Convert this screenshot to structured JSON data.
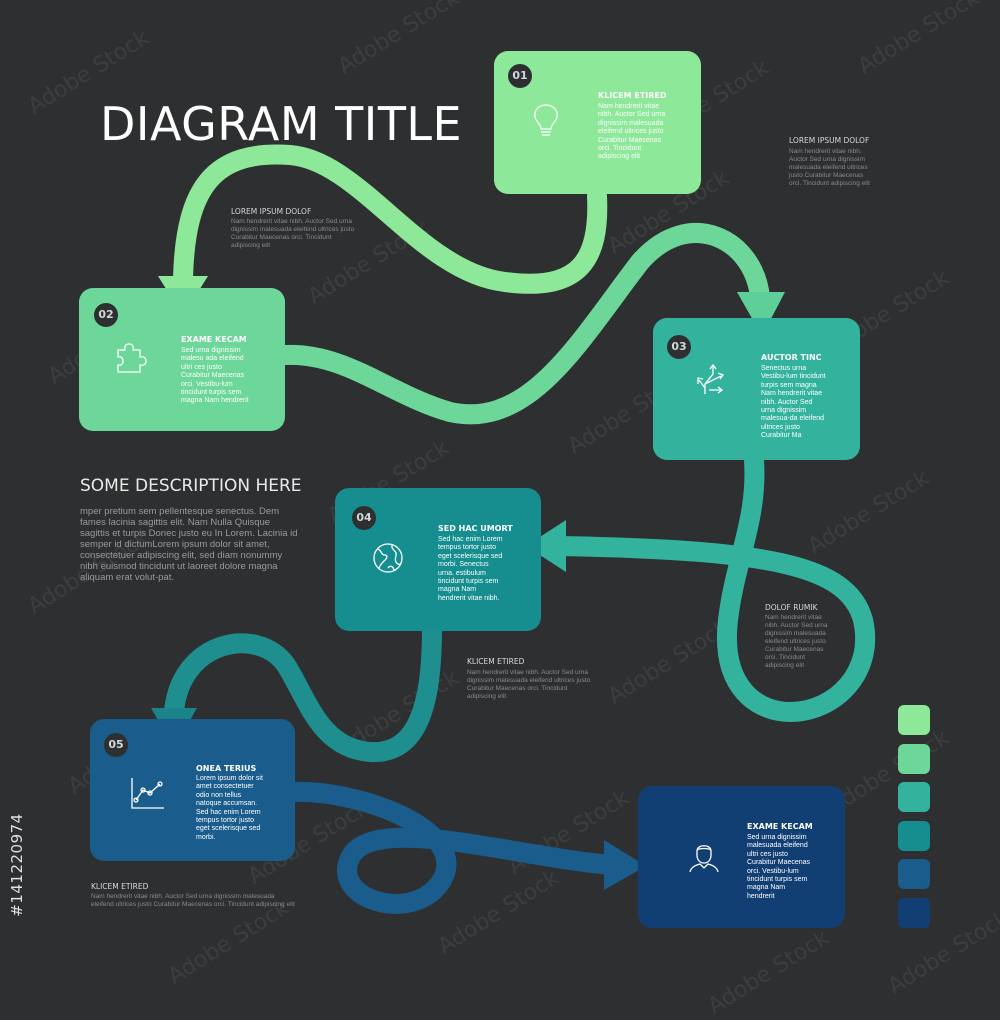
{
  "title": "DIAGRAM TITLE",
  "description": {
    "heading": "SOME DESCRIPTION HERE",
    "body": "mper pretium sem pellentesque senectus. Dem fames lacinia sagittis elit. Nam Nulla Quisque sagittis et turpis Donec justo eu In Lorem. Lacinia id semper id dictumLorem ipsum dolor sit amet, consectetuer adipiscing elit, sed diam nonummy nibh euismod tincidunt ut laoreet dolore magna aliquam erat volut-pat."
  },
  "steps": [
    {
      "number": "01",
      "title": "KLICEM ETIRED",
      "text": "Nam hendrerit vitae nibh. Auctor Sed urna dignissim malesuada eleifend ultrices justo Curabitur Maecenas orci. Tincidunt adipiscing elit",
      "icon": "lightbulb-icon",
      "color": "#8de89a"
    },
    {
      "number": "02",
      "title": "EXAME KECAM",
      "text": "Sed urna dignissim malesu ada eleifend ultri ces justo Curabitur Maecenas orci. Vestibu-lum tincidunt turpis sem magna Nam hendrerit",
      "icon": "puzzle-icon",
      "color": "#6dd699"
    },
    {
      "number": "03",
      "title": "AUCTOR TINC",
      "text": "Senectus urna Vestibu-lum tincidunt turpis sem magna Nam hendrerit vitae nibh. Auctor Sed urna dignissim malesua-da eleifend ultrices justo Curabitur Ma",
      "icon": "arrows-split-icon",
      "color": "#33b39e"
    },
    {
      "number": "04",
      "title": "SED HAC UMORT",
      "text": "Sed hac enim Lorem tempus tortor justo eget scelerisque sed morbi. Senectus urna. estibulum tincidunt turpis sem magna Nam hendrerit vitae nibh.",
      "icon": "globe-icon",
      "color": "#168d8e"
    },
    {
      "number": "05",
      "title": "ONEA TERIUS",
      "text": "Lorem ipsum dolor sit amet consectetuer odio non tellus natoque accumsan. Sed hac enim Lorem tempus tortor justo eget scelerisque sed morbi.",
      "icon": "line-chart-icon",
      "color": "#1a5d8c"
    },
    {
      "number": "",
      "title": "EXAME KECAM",
      "text": "Sed urna dignissim malesuada eleifend ultri ces justo Curabitur Maecenas orci. Vestibu-lum tincidunt turpis sem magna Nam hendrerit",
      "icon": "user-icon",
      "color": "#123f73"
    }
  ],
  "notes": [
    {
      "title": "LOREM IPSUM DOLOF",
      "text": "Nam hendrerit vitae nibh. Auctor Sed urna dignissim malesuada eleifend ultrices justo Curabitur Maecenas orci. Tincidunt adipiscing elit"
    },
    {
      "title": "LOREM IPSUM DOLOF",
      "text": "Nam hendrerit vitae nibh. Auctor Sed urna dignissim malesuada eleifend ultrices justo Curabitur Maecenas orci. Tincidunt adipiscing elit"
    },
    {
      "title": "DOLOF RUMIK",
      "text": "Nam hendrerit vitae nibh. Auctor Sed urna dignissim malesuada eleifend ultrices justo Curabitur Maecenas orci. Tincidunt adipiscing elit"
    },
    {
      "title": "KLICEM ETIRED",
      "text": "Nam hendrerit vitae nibh. Auctor Sed urna dignissim malesuada eleifend ultrices justo Curabitur Maecenas orci. Tincidunt adipiscing elit"
    },
    {
      "title": "KLICEM ETIRED",
      "text": "Nam hendrerit vitae nibh. Auctor Sed urna dignissim malesuada eleifend ultrices justo Curabitur Maecenas orci. Tincidunt adipiscing elit"
    }
  ],
  "palette": [
    "#8de89a",
    "#6dd699",
    "#33b39e",
    "#168d8e",
    "#1a5d8c",
    "#123f73"
  ],
  "watermark": "Adobe Stock",
  "stock_id": "#141220974",
  "colors": {
    "background": "#2e2f30"
  }
}
